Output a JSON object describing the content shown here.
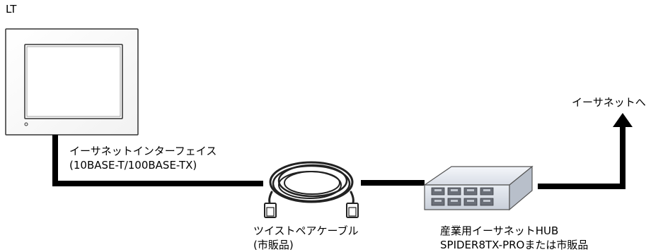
{
  "device": {
    "label": "LT"
  },
  "interface": {
    "line1": "イーサネットインターフェイス",
    "line2": "(10BASE-T/100BASE-TX)"
  },
  "cable": {
    "line1": "ツイストペアケーブル",
    "line2": "(市販品)"
  },
  "hub": {
    "line1": "産業用イーサネットHUB",
    "line2": "SPIDER8TX-PROまたは市販品"
  },
  "network": {
    "label": "イーサネットへ"
  },
  "colors": {
    "line": "#000000",
    "panel_outer": "#ffffff",
    "panel_border": "#333333",
    "hub_body": "#e4e8ef",
    "hub_ports": "#666a72",
    "cable": "#222222"
  }
}
